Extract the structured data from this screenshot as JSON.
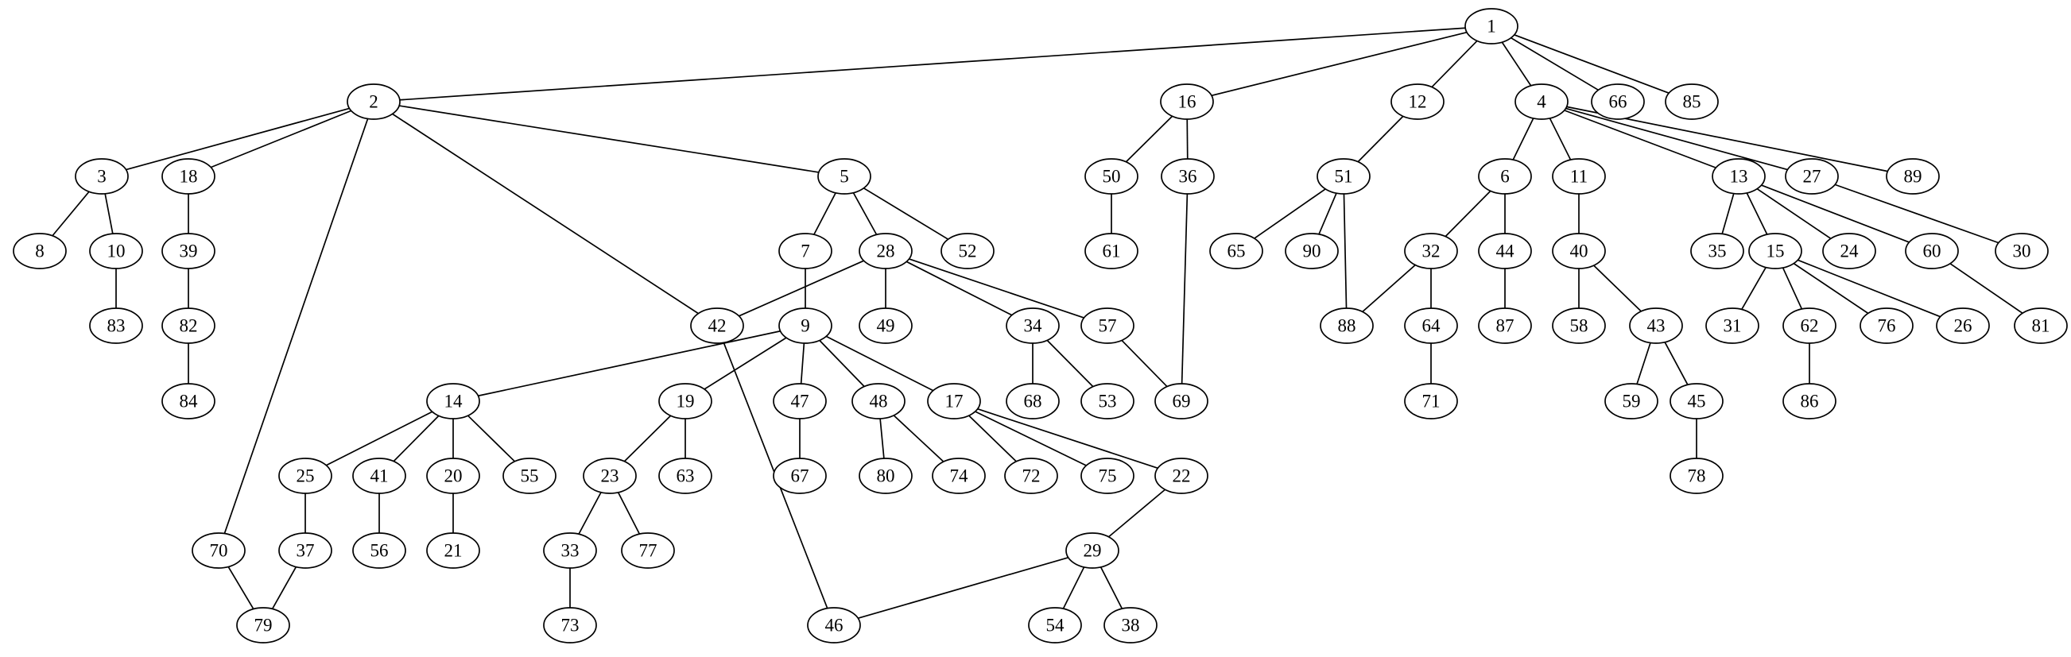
{
  "graph": {
    "nodes": [
      "1",
      "2",
      "3",
      "4",
      "5",
      "6",
      "7",
      "8",
      "9",
      "10",
      "11",
      "12",
      "13",
      "14",
      "15",
      "16",
      "17",
      "18",
      "19",
      "20",
      "21",
      "22",
      "23",
      "24",
      "25",
      "26",
      "27",
      "28",
      "29",
      "30",
      "31",
      "32",
      "33",
      "34",
      "35",
      "36",
      "37",
      "38",
      "39",
      "40",
      "41",
      "42",
      "43",
      "44",
      "45",
      "46",
      "47",
      "48",
      "49",
      "50",
      "51",
      "52",
      "53",
      "54",
      "55",
      "56",
      "57",
      "58",
      "59",
      "60",
      "61",
      "62",
      "63",
      "64",
      "65",
      "66",
      "67",
      "68",
      "69",
      "70",
      "71",
      "72",
      "73",
      "74",
      "75",
      "76",
      "77",
      "78",
      "79",
      "80",
      "81",
      "82",
      "83",
      "84",
      "85",
      "86",
      "87",
      "88",
      "89",
      "90"
    ],
    "edges": [
      [
        "1",
        "2"
      ],
      [
        "1",
        "16"
      ],
      [
        "1",
        "12"
      ],
      [
        "1",
        "4"
      ],
      [
        "1",
        "66"
      ],
      [
        "1",
        "85"
      ],
      [
        "2",
        "3"
      ],
      [
        "2",
        "18"
      ],
      [
        "2",
        "70"
      ],
      [
        "2",
        "42"
      ],
      [
        "2",
        "5"
      ],
      [
        "3",
        "8"
      ],
      [
        "3",
        "10"
      ],
      [
        "10",
        "83"
      ],
      [
        "18",
        "39"
      ],
      [
        "39",
        "82"
      ],
      [
        "82",
        "84"
      ],
      [
        "5",
        "7"
      ],
      [
        "5",
        "28"
      ],
      [
        "5",
        "52"
      ],
      [
        "7",
        "9"
      ],
      [
        "28",
        "42"
      ],
      [
        "28",
        "49"
      ],
      [
        "28",
        "34"
      ],
      [
        "28",
        "57"
      ],
      [
        "42",
        "46"
      ],
      [
        "9",
        "14"
      ],
      [
        "9",
        "19"
      ],
      [
        "9",
        "47"
      ],
      [
        "9",
        "48"
      ],
      [
        "9",
        "17"
      ],
      [
        "34",
        "68"
      ],
      [
        "34",
        "53"
      ],
      [
        "57",
        "69"
      ],
      [
        "14",
        "25"
      ],
      [
        "14",
        "41"
      ],
      [
        "14",
        "20"
      ],
      [
        "14",
        "55"
      ],
      [
        "19",
        "23"
      ],
      [
        "19",
        "63"
      ],
      [
        "47",
        "67"
      ],
      [
        "48",
        "80"
      ],
      [
        "48",
        "74"
      ],
      [
        "17",
        "72"
      ],
      [
        "17",
        "75"
      ],
      [
        "17",
        "22"
      ],
      [
        "25",
        "37"
      ],
      [
        "41",
        "56"
      ],
      [
        "20",
        "21"
      ],
      [
        "23",
        "33"
      ],
      [
        "23",
        "77"
      ],
      [
        "22",
        "29"
      ],
      [
        "70",
        "79"
      ],
      [
        "37",
        "79"
      ],
      [
        "33",
        "73"
      ],
      [
        "29",
        "46"
      ],
      [
        "29",
        "54"
      ],
      [
        "29",
        "38"
      ],
      [
        "16",
        "50"
      ],
      [
        "16",
        "36"
      ],
      [
        "50",
        "61"
      ],
      [
        "36",
        "69"
      ],
      [
        "12",
        "51"
      ],
      [
        "51",
        "65"
      ],
      [
        "51",
        "90"
      ],
      [
        "51",
        "88"
      ],
      [
        "4",
        "6"
      ],
      [
        "4",
        "11"
      ],
      [
        "4",
        "13"
      ],
      [
        "4",
        "27"
      ],
      [
        "4",
        "89"
      ],
      [
        "6",
        "32"
      ],
      [
        "6",
        "44"
      ],
      [
        "32",
        "88"
      ],
      [
        "32",
        "64"
      ],
      [
        "64",
        "71"
      ],
      [
        "44",
        "87"
      ],
      [
        "11",
        "40"
      ],
      [
        "40",
        "58"
      ],
      [
        "40",
        "43"
      ],
      [
        "43",
        "59"
      ],
      [
        "43",
        "45"
      ],
      [
        "45",
        "78"
      ],
      [
        "13",
        "35"
      ],
      [
        "13",
        "15"
      ],
      [
        "13",
        "24"
      ],
      [
        "13",
        "60"
      ],
      [
        "27",
        "30"
      ],
      [
        "15",
        "31"
      ],
      [
        "15",
        "62"
      ],
      [
        "15",
        "76"
      ],
      [
        "15",
        "26"
      ],
      [
        "62",
        "86"
      ],
      [
        "60",
        "81"
      ]
    ]
  }
}
